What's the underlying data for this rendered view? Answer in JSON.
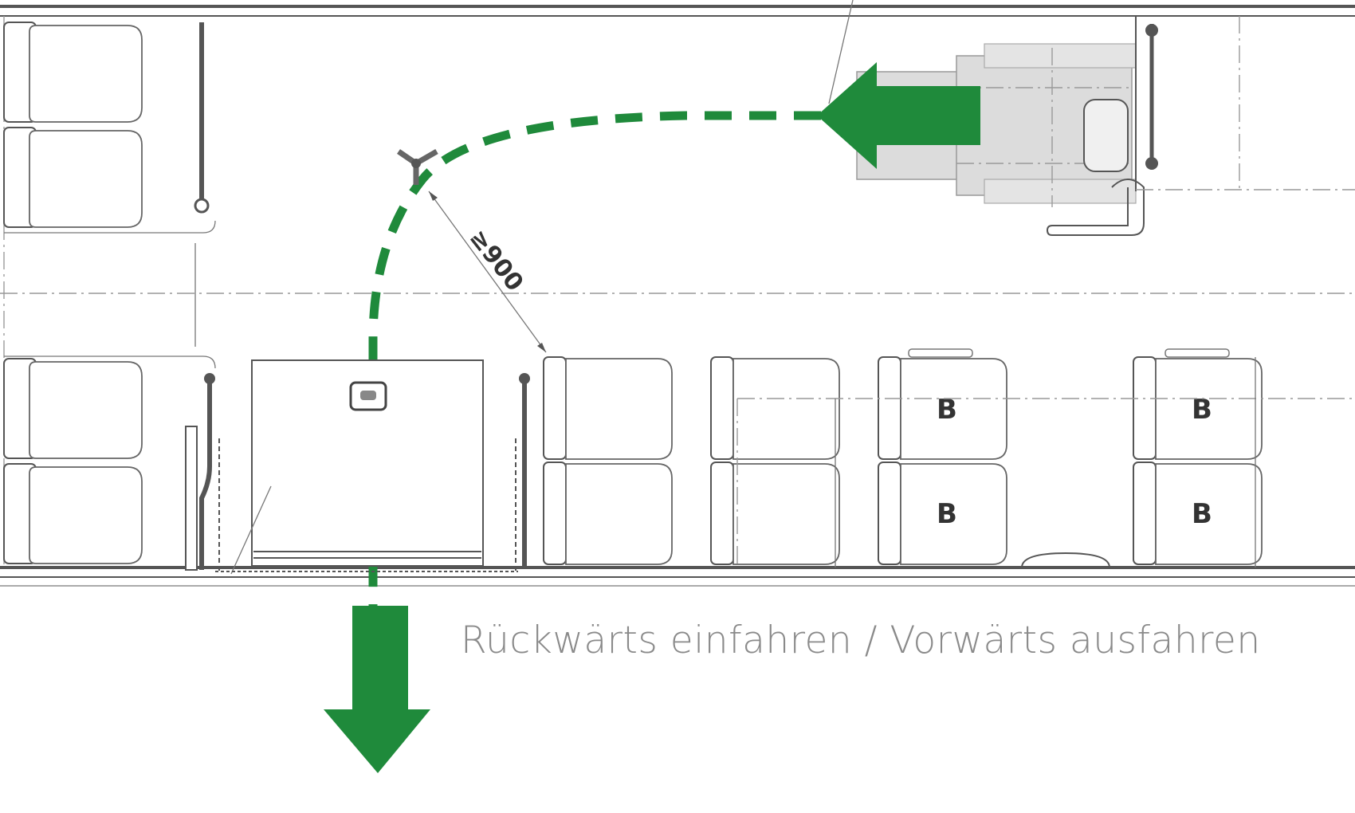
{
  "caption": "Rückwärts einfahren / Vorwärts ausfahren",
  "dimension_label": "≥900",
  "seat_marks": [
    "B",
    "B",
    "B",
    "B"
  ],
  "colors": {
    "arrow_green": "#1f8a3b",
    "line_gray": "#555555",
    "wheelchair_fill": "#dcdcdc",
    "caption_gray": "#8a8a8a"
  },
  "icons": [
    "wheelchair-icon",
    "door-icon",
    "handrail-icon",
    "seat-icon",
    "arrow-left-icon",
    "arrow-down-icon"
  ]
}
